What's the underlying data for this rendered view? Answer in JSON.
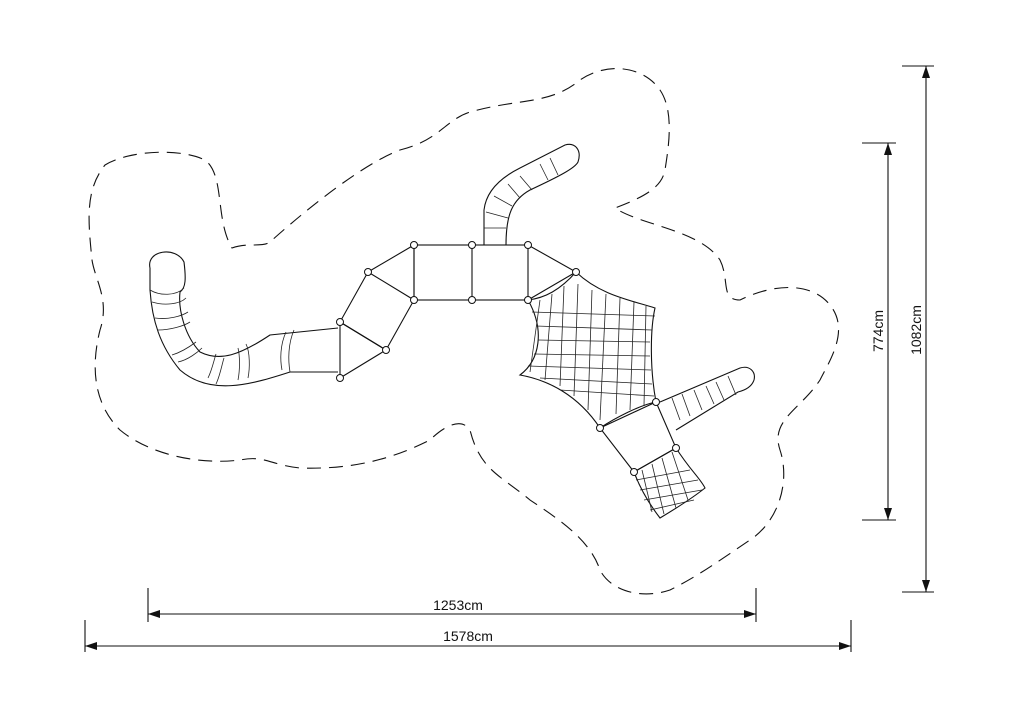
{
  "dimensions": {
    "inner_width": "1253cm",
    "outer_width": "1578cm",
    "inner_height": "774cm",
    "outer_height": "1082cm"
  },
  "colors": {
    "line": "#111111",
    "background": "#ffffff"
  }
}
